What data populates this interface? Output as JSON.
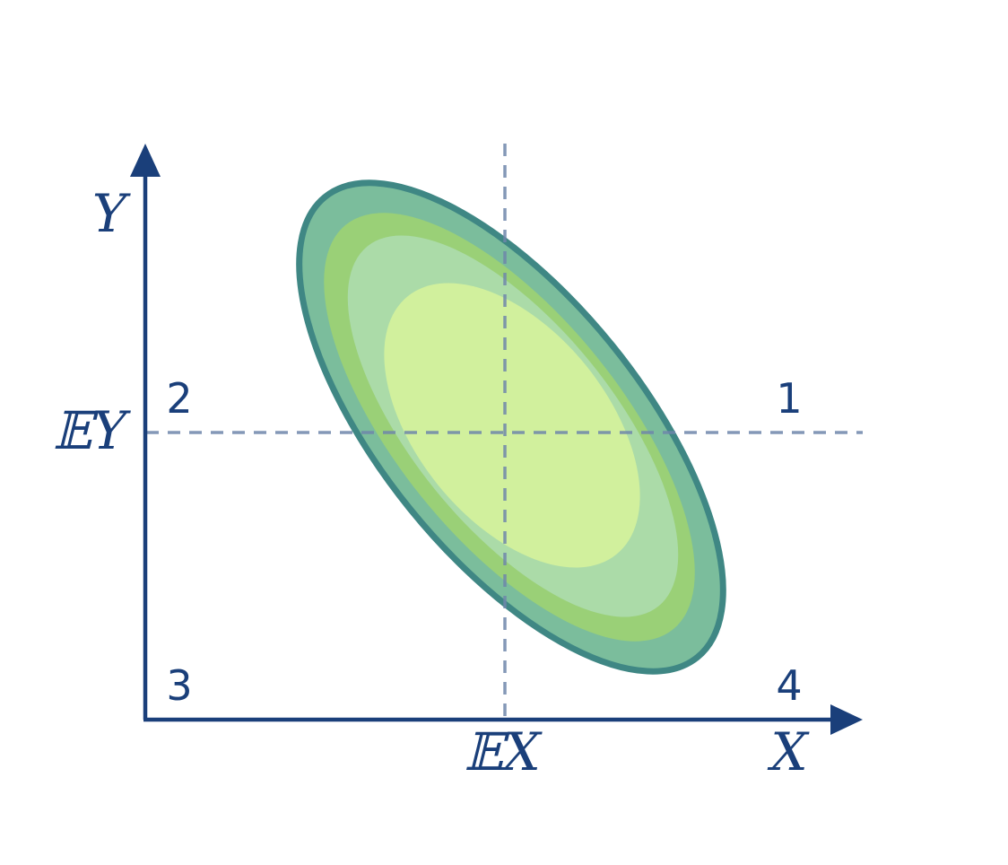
{
  "labels": {
    "y_axis": "Y",
    "x_axis": "X",
    "mean_x": "𝔼X",
    "mean_y": "𝔼Y"
  },
  "quadrants": {
    "q1": "1",
    "q2": "2",
    "q3": "3",
    "q4": "4"
  },
  "colors": {
    "axis": "#1a3f7a",
    "dashed_line": "#8094b4",
    "ring_outer": "#7bbd9c",
    "ring_outer_stroke": "#3f8784",
    "ring_2": "#9ad077",
    "ring_3": "#abdba8",
    "ring_inner": "#d1f09d",
    "text": "#1a3f7a"
  }
}
